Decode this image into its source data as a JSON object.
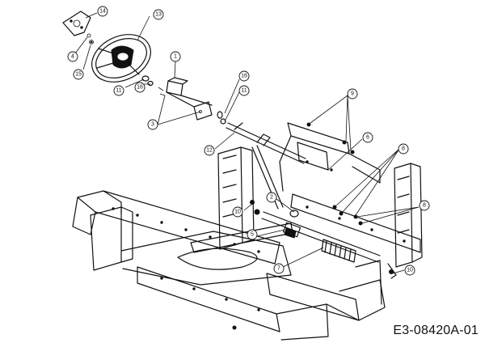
{
  "diagram": {
    "reference_code": "E3-08420A-01",
    "callouts": [
      {
        "id": "c14",
        "label": "14"
      },
      {
        "id": "c13",
        "label": "13"
      },
      {
        "id": "c4",
        "label": "4"
      },
      {
        "id": "c15",
        "label": "15"
      },
      {
        "id": "c1",
        "label": "1"
      },
      {
        "id": "c11a",
        "label": "11"
      },
      {
        "id": "c16a",
        "label": "16"
      },
      {
        "id": "c16b",
        "label": "16"
      },
      {
        "id": "c11b",
        "label": "11"
      },
      {
        "id": "c3",
        "label": "3"
      },
      {
        "id": "c9",
        "label": "9"
      },
      {
        "id": "c12",
        "label": "12"
      },
      {
        "id": "c6",
        "label": "6"
      },
      {
        "id": "c8a",
        "label": "8"
      },
      {
        "id": "c10a",
        "label": "10"
      },
      {
        "id": "c2",
        "label": "2"
      },
      {
        "id": "c5",
        "label": "5"
      },
      {
        "id": "c7",
        "label": "7"
      },
      {
        "id": "c8b",
        "label": "8"
      },
      {
        "id": "c10b",
        "label": "10"
      }
    ]
  }
}
